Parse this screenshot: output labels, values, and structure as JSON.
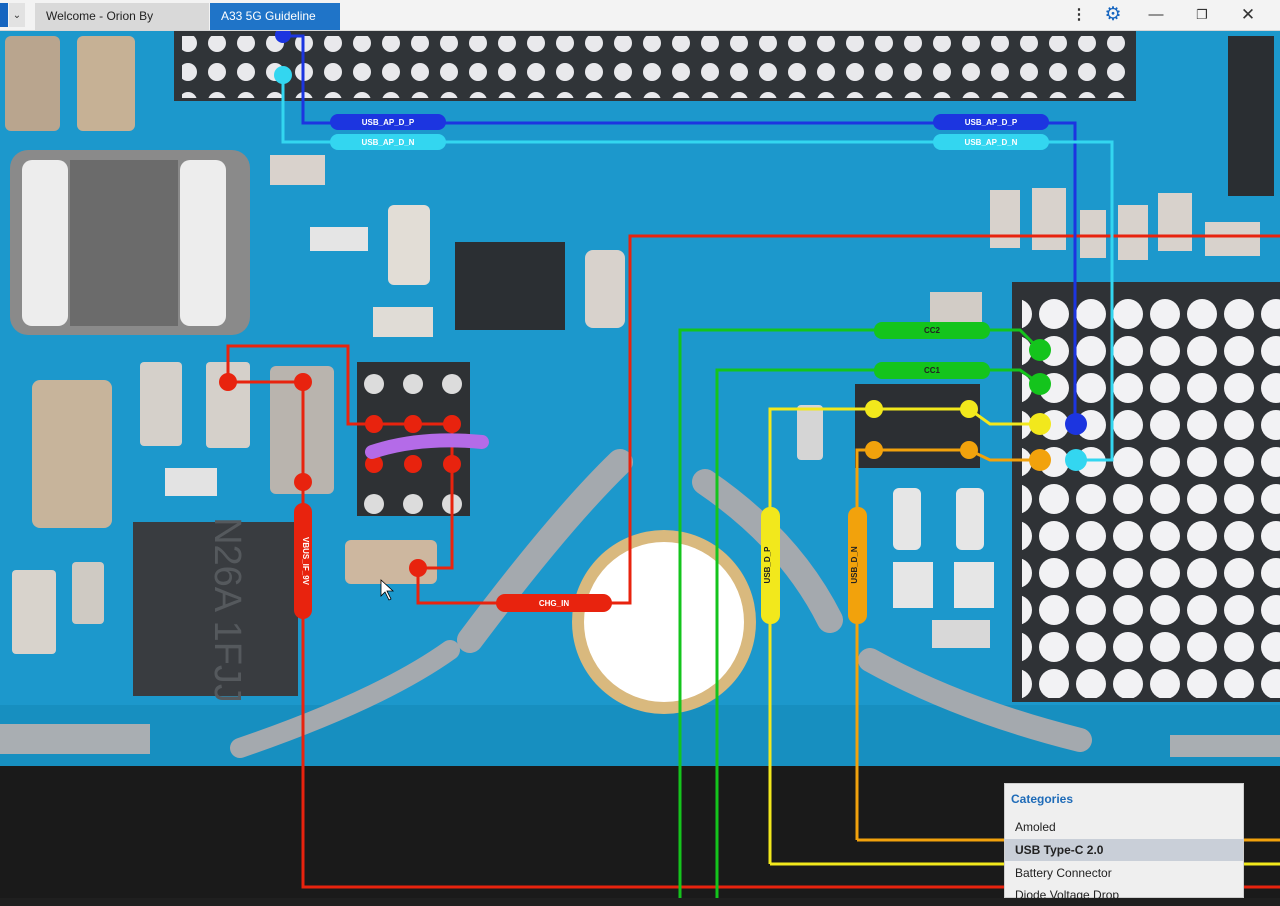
{
  "window": {
    "tabs": [
      {
        "label": "Welcome - Orion By ESTECH",
        "active": false
      },
      {
        "label": "A33 5G Guideline",
        "active": true
      }
    ],
    "controls": {
      "more": "⋮",
      "settings": "⚙",
      "minimize": "—",
      "restore": "❐",
      "close": "✕"
    }
  },
  "signals": {
    "usb_p_left": "USB_AP_D_P",
    "usb_n_left": "USB_AP_D_N",
    "usb_p_right": "USB_AP_D_P",
    "usb_n_right": "USB_AP_D_N",
    "cc2": "CC2",
    "cc1": "CC1",
    "chg_in": "CHG_IN",
    "vbus": "VBUS_IF_9V",
    "usb_d_p": "USB_D_P",
    "usb_d_n": "USB_D_N"
  },
  "chip_markings": {
    "ic_main": "N26A 1FJJ"
  },
  "colors": {
    "board": "#1c98cc",
    "red_trace": "#e8230e",
    "blue_trace": "#1c35e0",
    "cyan_trace": "#33d6f0",
    "green_trace": "#14c41c",
    "yellow_trace": "#f2e81c",
    "orange_trace": "#f2a20c",
    "marker": "#b46be8"
  },
  "categories": {
    "title": "Categories",
    "items": [
      {
        "label": "Amoled",
        "selected": false
      },
      {
        "label": "USB Type-C 2.0",
        "selected": true
      },
      {
        "label": "Battery Connector",
        "selected": false
      },
      {
        "label": "Diode Voltage Drop",
        "selected": false
      }
    ]
  }
}
